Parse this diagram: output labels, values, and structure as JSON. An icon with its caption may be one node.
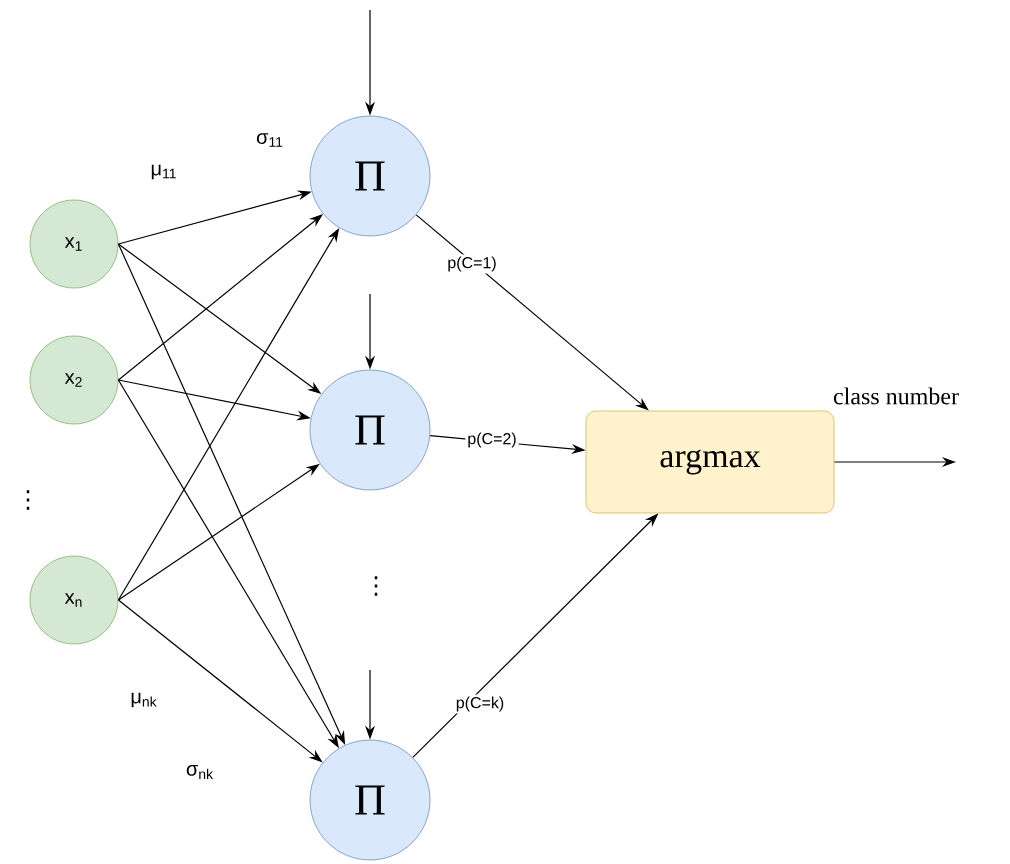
{
  "diagram": {
    "nodes": [
      {
        "text": [
          "x$_{1}$"
        ]
      },
      {
        "text": [
          "x$_{2}$"
        ]
      },
      {
        "text": [
          "x$_{n}$"
        ]
      },
      {
        "text": [
          "Π"
        ]
      },
      {
        "text": [
          "Π"
        ]
      },
      {
        "text": [
          "Π"
        ]
      },
      {
        "text": [
          "argmax"
        ]
      }
    ],
    "edges": [
      {
        "from": 0,
        "to": 3,
        "arrow": "to"
      },
      {
        "from": 0,
        "to": 4,
        "arrow": "to"
      },
      {
        "from": 0,
        "to": 5,
        "arrow": "to"
      },
      {
        "from": 1,
        "to": 3,
        "arrow": "to"
      },
      {
        "from": 1,
        "to": 4,
        "arrow": "to"
      },
      {
        "from": 1,
        "to": 5,
        "arrow": "to"
      },
      {
        "from": 2,
        "to": 3,
        "arrow": "to"
      },
      {
        "from": 2,
        "to": 4,
        "arrow": "to"
      },
      {
        "from": 2,
        "to": 5,
        "arrow": "to"
      },
      {
        "from": null,
        "to": 3,
        "arrow": "to"
      },
      {
        "from": null,
        "to": 4,
        "arrow": "to"
      },
      {
        "from": null,
        "to": 5,
        "arrow": "to"
      },
      {
        "from": 3,
        "to": 6,
        "arrow": "to",
        "label": "p(C=1)"
      },
      {
        "from": 4,
        "to": 6,
        "arrow": "to",
        "label": "p(C=2)"
      },
      {
        "from": 5,
        "to": 6,
        "arrow": "to",
        "label": "p(C=k)"
      },
      {
        "from": 6,
        "to": null,
        "arrow": "to",
        "label": "class number"
      }
    ],
    "labels": [
      "μ$_{11}$",
      "σ$_{11}$",
      "⋮",
      "⋮",
      "μ$_{nk}$",
      "σ$_{nk}$"
    ]
  }
}
